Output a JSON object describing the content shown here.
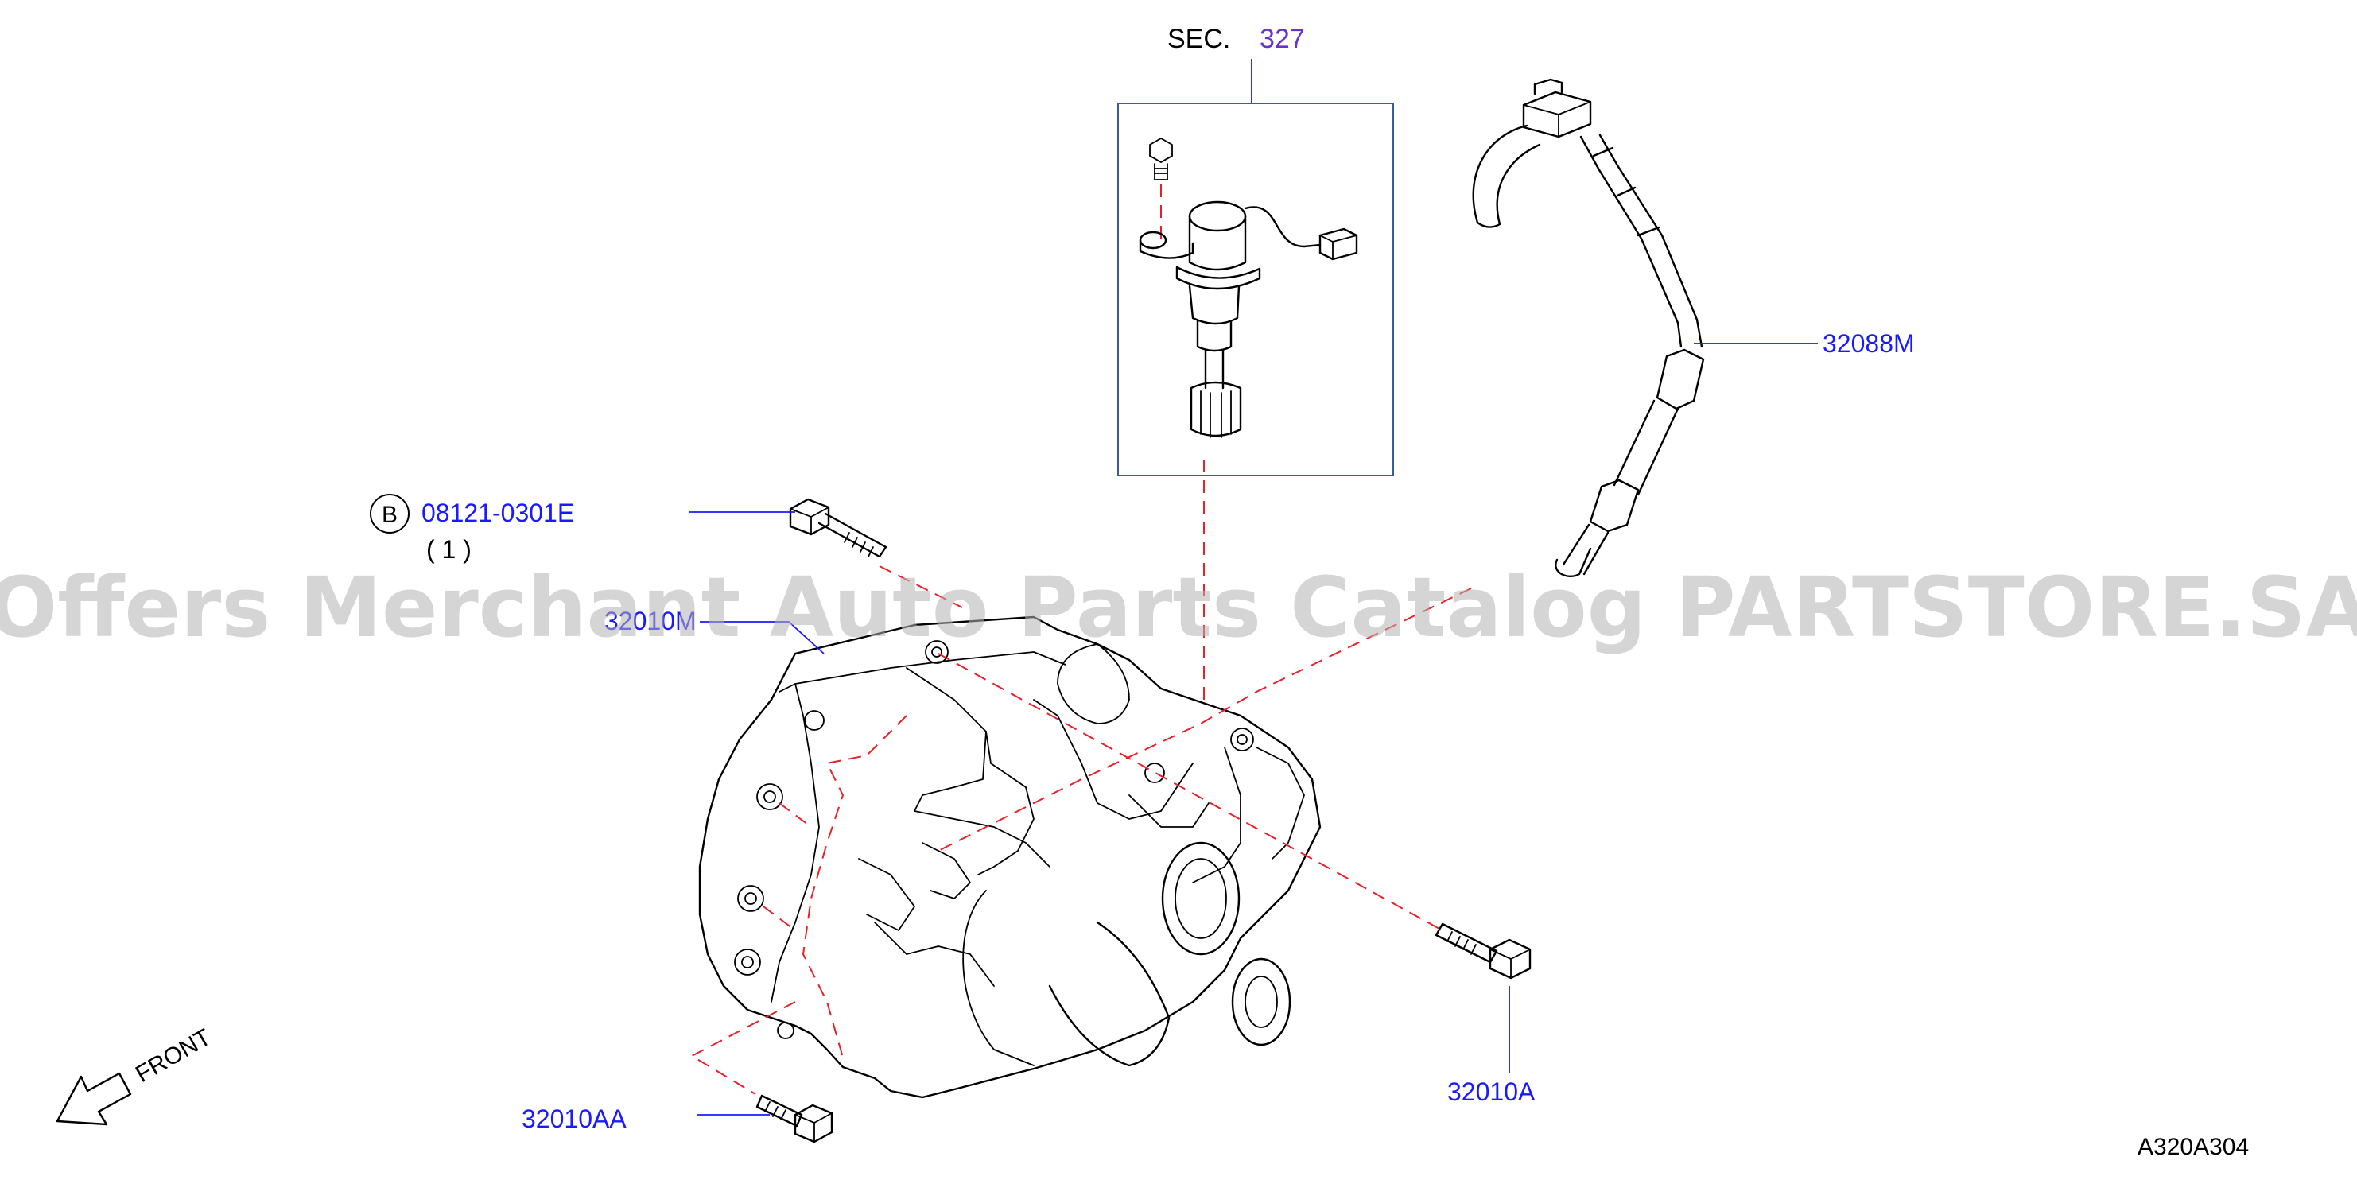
{
  "diagram": {
    "section_ref": {
      "prefix": "SEC.",
      "number": "327"
    },
    "callouts": {
      "hose": "32088M",
      "bolt_b": "08121-0301E",
      "bolt_b_qty": "( 1 )",
      "bolt_b_circle": "B",
      "case": "32010M",
      "bolt_right": "32010A",
      "bolt_bottom": "32010AA"
    },
    "front_label": "FRONT",
    "figure_id": "A320A304",
    "watermark": "Offers Merchant Auto Parts Catalog PARTSTORE.SA",
    "colors": {
      "callout": "#1a1aff",
      "section_number": "#6633cc",
      "dashed_line": "#e8202a"
    }
  }
}
